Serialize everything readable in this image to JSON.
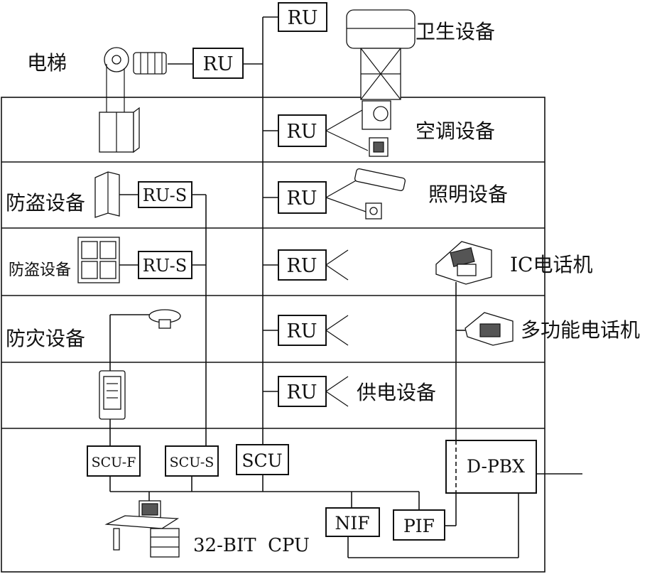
{
  "labels": {
    "elevator": "电梯",
    "sanitary": "卫生设备",
    "aircon": "空调设备",
    "lighting": "照明设备",
    "security_1": "防盗设备",
    "security_2": "防盗设备",
    "fire": "防灾设备",
    "ic_phone": "IC电话机",
    "multi_phone": "多功能电话机",
    "power": "供电设备",
    "cpu": "32-BIT  CPU"
  },
  "units": {
    "ru_top": "RU",
    "ru_elevator": "RU",
    "ru_aircon": "RU",
    "ru_lighting": "RU",
    "ru_floor3": "RU",
    "ru_floor4": "RU",
    "ru_power": "RU",
    "rus_1": "RU-S",
    "rus_2": "RU-S",
    "scu_f": "SCU-F",
    "scu_s": "SCU-S",
    "scu": "SCU",
    "dpbx": "D-PBX",
    "nif": "NIF",
    "pif": "PIF"
  }
}
